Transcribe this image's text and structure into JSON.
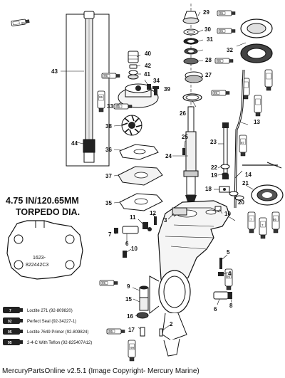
{
  "labels": {
    "p2": "2",
    "p3": "3",
    "p4": "4",
    "p5": "5",
    "p6a": "6",
    "p6b": "6",
    "p6c": "6",
    "p7a": "7",
    "p7b": "7",
    "p8": "8",
    "p9": "9",
    "p10a": "10",
    "p10b": "10",
    "p11": "11",
    "p12": "12",
    "p13": "13",
    "p14": "14",
    "p15": "15",
    "p16": "16",
    "p17": "17",
    "p18": "18",
    "p19": "19",
    "p20": "20",
    "p21": "21",
    "p22": "22",
    "p23": "23",
    "p24": "24",
    "p25": "25",
    "p26": "26",
    "p27": "27",
    "p28": "28",
    "p29": "29",
    "p30": "30",
    "p31": "31",
    "p32": "32",
    "p33": "33",
    "p34": "34",
    "p35": "35",
    "p36": "36",
    "p37": "37",
    "p38": "38",
    "p39": "39",
    "p40": "40",
    "p41": "41",
    "p42": "42",
    "p43": "43",
    "p44": "44"
  },
  "tube_labels": {
    "t95": "95",
    "t87": "87",
    "t7": "7",
    "t99": "99"
  },
  "torpedo": {
    "line1": "4.75 IN/120.65MM",
    "line2": "TORPEDO DIA.",
    "part_line1": "1623-",
    "part_line2": "822442C3"
  },
  "legend": [
    {
      "tag": "7",
      "text": "Loctite 271 (92-809820)"
    },
    {
      "tag": "92",
      "text": "Perfect Seal (92-34227-1)"
    },
    {
      "tag": "95",
      "text": "Loctite 7649 Primer (92-809824)"
    },
    {
      "tag": "95",
      "text": "2-4-C  With Teflon (92-825407A12)"
    }
  ],
  "footer": "MercuryPartsOnline v2.5.1 (Image Copyright- Mercury Marine)"
}
